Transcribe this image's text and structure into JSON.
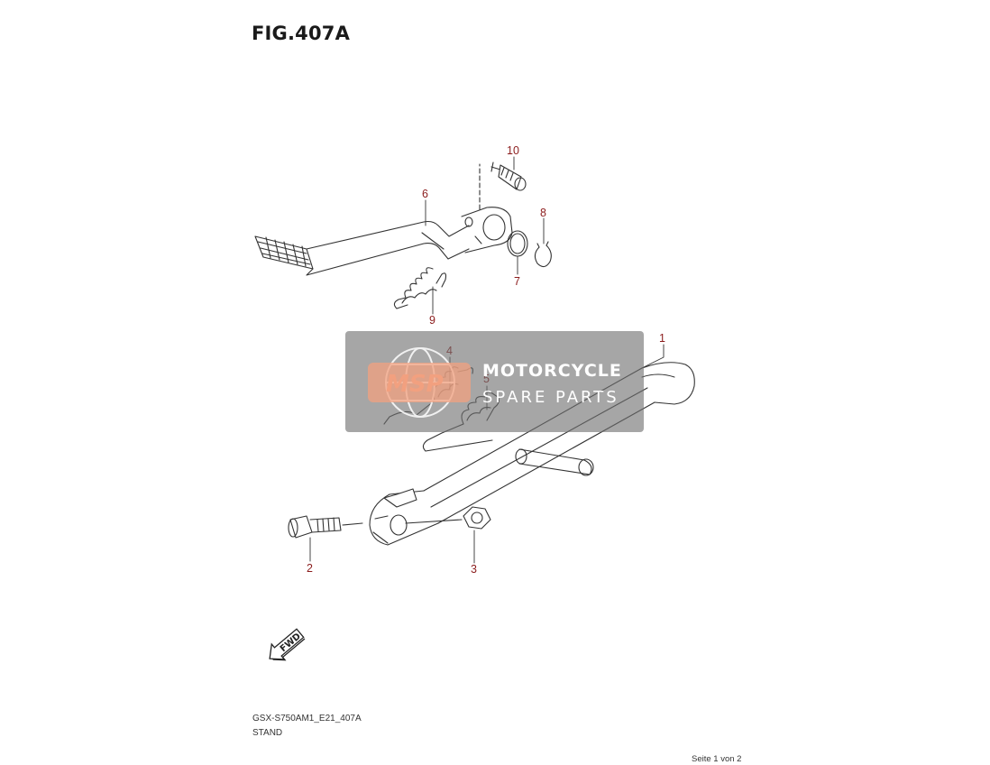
{
  "figure": {
    "title": "FIG.407A"
  },
  "callouts": [
    {
      "id": "callout-1",
      "label": "1"
    },
    {
      "id": "callout-2",
      "label": "2"
    },
    {
      "id": "callout-3",
      "label": "3"
    },
    {
      "id": "callout-4",
      "label": "4"
    },
    {
      "id": "callout-5",
      "label": "5"
    },
    {
      "id": "callout-6",
      "label": "6"
    },
    {
      "id": "callout-7",
      "label": "7"
    },
    {
      "id": "callout-8",
      "label": "8"
    },
    {
      "id": "callout-9",
      "label": "9"
    },
    {
      "id": "callout-10",
      "label": "10"
    }
  ],
  "watermark": {
    "logo": "MSP",
    "line1": "MOTORCYCLE",
    "line2": "SPARE PARTS"
  },
  "direction_marker": {
    "label": "FWD"
  },
  "footer": {
    "model_code": "GSX-S750AM1_E21_407A",
    "section_name": "STAND",
    "page_indicator": "Seite 1 von 2"
  },
  "colors": {
    "callout": "#8b1c1c",
    "watermark_box": "#6f6f6f",
    "watermark_logo": "#f2a07f",
    "line": "#333333"
  }
}
